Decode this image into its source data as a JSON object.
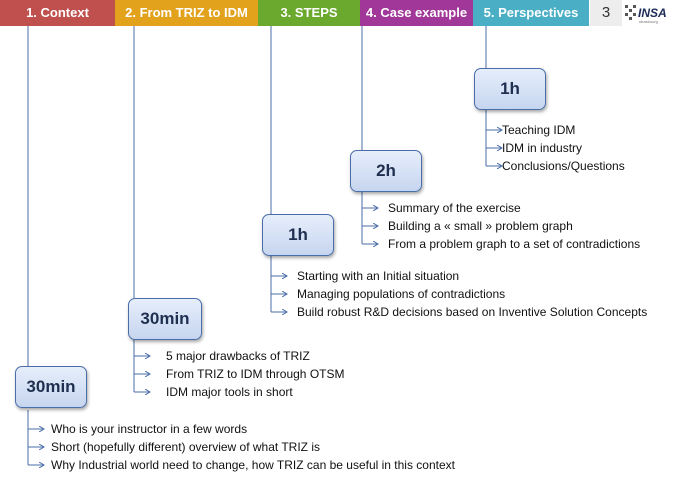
{
  "tabs": [
    {
      "label": "1. Context",
      "color": "#c0504d"
    },
    {
      "label": "2. From TRIZ to IDM",
      "color": "#e2a21b"
    },
    {
      "label": "3. STEPS",
      "color": "#6aa82e"
    },
    {
      "label": "4. Case example",
      "color": "#a13799"
    },
    {
      "label": "5. Perspectives",
      "color": "#4aaec5"
    }
  ],
  "slide_number": "3",
  "logo_text": "INSA",
  "stages": [
    {
      "duration": "30min",
      "items": [
        "Who is your instructor in a few words",
        "Short (hopefully different) overview of what TRIZ is",
        "Why Industrial world need to change, how TRIZ can be useful in this context"
      ]
    },
    {
      "duration": "30min",
      "items": [
        "5 major drawbacks of TRIZ",
        "From TRIZ to IDM through OTSM",
        "IDM major tools in short"
      ]
    },
    {
      "duration": "1h",
      "items": [
        "Starting with an Initial situation",
        "Managing populations of contradictions",
        "Build robust R&D decisions based on Inventive Solution Concepts"
      ]
    },
    {
      "duration": "2h",
      "items": [
        "Summary of the exercise",
        "Building a « small » problem graph",
        "From a problem graph to a set of contradictions"
      ]
    },
    {
      "duration": "1h",
      "items": [
        "Teaching IDM",
        "IDM in industry",
        "Conclusions/Questions"
      ]
    }
  ]
}
